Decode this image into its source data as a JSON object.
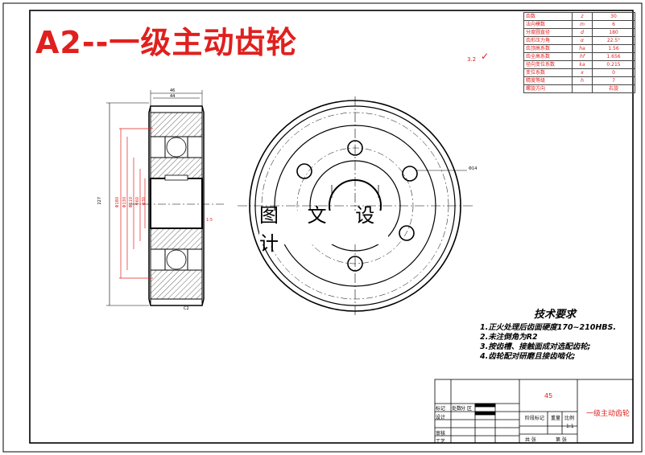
{
  "title": "A2--一级主动齿轮",
  "watermark": "图 文 设 计",
  "roughness_note": "3.2",
  "params": [
    {
      "name": "齿数",
      "sym": "z",
      "value": "30"
    },
    {
      "name": "法向模数",
      "sym": "m",
      "value": "6"
    },
    {
      "name": "分度圆直径",
      "sym": "d",
      "value": "180"
    },
    {
      "name": "齿形压力角",
      "sym": "α",
      "value": "22.5°"
    },
    {
      "name": "齿顶高系数",
      "sym": "ha",
      "value": "1.56"
    },
    {
      "name": "齿全高系数",
      "sym": "hf",
      "value": "1.656"
    },
    {
      "name": "径向变位系数",
      "sym": "ka",
      "value": "0.215"
    },
    {
      "name": "变位系数",
      "sym": "x",
      "value": "0"
    },
    {
      "name": "精度等级",
      "sym": "h",
      "value": "7"
    },
    {
      "name": "螺旋方向",
      "sym": "",
      "value": "右旋"
    }
  ],
  "requirements": {
    "title": "技术要求",
    "items": [
      "1.正火处理后齿面硬度170~210HBS.",
      "2.未注倒角为R2",
      "3.按齿槽、接触面成对选配齿轮;",
      "4.齿轮配对研磨且接齿啮化;"
    ]
  },
  "titleblock": {
    "material": "45",
    "part_name": "一级主动齿轮",
    "scale": "1:1",
    "labels": {
      "mark": "标记",
      "count": "处数",
      "zone": "分",
      "change": "区",
      "design": "设计",
      "check": "审核",
      "process": "工艺",
      "stage": "阶段标记",
      "weight": "重量",
      "ratio": "比例",
      "total": "共 张",
      "sheet": "第 张"
    }
  },
  "dims": {
    "width_top": "46",
    "width_inner": "44",
    "outer_d": "227",
    "chamfer": "C2",
    "hole": "Φ14",
    "taper": "1:5",
    "d1": "Φ180",
    "d2": "Φ130",
    "d3": "Φ110",
    "d4": "Φ60",
    "d5": "Φ30"
  }
}
